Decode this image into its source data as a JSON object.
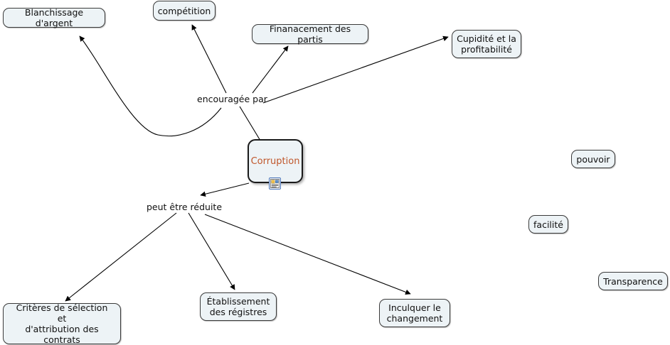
{
  "map": {
    "title": "Corruption concept map",
    "colors": {
      "node_fill": "#edf3f6",
      "node_border": "#3a3a3a",
      "root_text": "#c0572b",
      "edge": "#000000",
      "background": "#ffffff"
    },
    "root": {
      "label": "Corruption",
      "resource_icon": "document-icon"
    },
    "link_labels": [
      {
        "id": "encouragee",
        "text": "encouragée par"
      },
      {
        "id": "reduite",
        "text": "peut être réduite"
      }
    ],
    "nodes": [
      {
        "id": "blanchissage",
        "label": "Blanchissage d'argent"
      },
      {
        "id": "competition",
        "label": "compétition"
      },
      {
        "id": "financement",
        "label": "Finanacement des partis"
      },
      {
        "id": "cupidite",
        "label": "Cupidité et la\nprofitabilité"
      },
      {
        "id": "criteres",
        "label": "Critères de sélection\net\nd'attribution des contrats"
      },
      {
        "id": "etablissement",
        "label": "Établissement\ndes régistres"
      },
      {
        "id": "inculquer",
        "label": "Inculquer le\nchangement"
      },
      {
        "id": "pouvoir",
        "label": "pouvoir"
      },
      {
        "id": "facilite",
        "label": "facilité"
      },
      {
        "id": "transparence",
        "label": "Transparence"
      }
    ],
    "edges": [
      {
        "from": "Corruption",
        "to": "encouragée par"
      },
      {
        "from": "encouragée par",
        "to": "Blanchissage d'argent"
      },
      {
        "from": "encouragée par",
        "to": "compétition"
      },
      {
        "from": "encouragée par",
        "to": "Finanacement des partis"
      },
      {
        "from": "encouragée par",
        "to": "Cupidité et la profitabilité"
      },
      {
        "from": "Corruption",
        "to": "peut être réduite"
      },
      {
        "from": "peut être réduite",
        "to": "Critères de sélection et d'attribution des contrats"
      },
      {
        "from": "peut être réduite",
        "to": "Établissement des régistres"
      },
      {
        "from": "peut être réduite",
        "to": "Inculquer le changement"
      }
    ]
  }
}
